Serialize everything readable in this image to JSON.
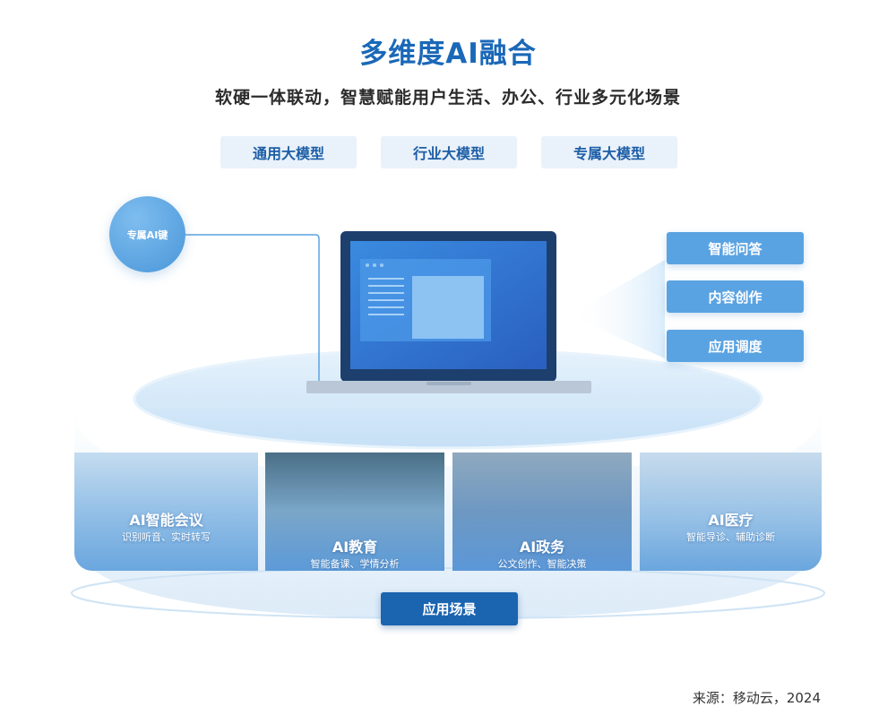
{
  "title": "多维度AI融合",
  "subtitle": "软硬一体联动，智慧赋能用户生活、办公、行业多元化场景",
  "models": [
    "通用大模型",
    "行业大模型",
    "专属大模型"
  ],
  "ai_key_label": "专属AI键",
  "functions": [
    "智能问答",
    "内容创作",
    "应用调度"
  ],
  "scenes": [
    {
      "title": "AI智能会议",
      "subtitle": "识别听音、实时转写"
    },
    {
      "title": "AI教育",
      "subtitle": "智能备课、学情分析"
    },
    {
      "title": "AI政务",
      "subtitle": "公文创作、智能决策"
    },
    {
      "title": "AI医疗",
      "subtitle": "智能导诊、辅助诊断"
    }
  ],
  "apply_label": "应用场景",
  "source": "来源：移动云，2024",
  "colors": {
    "title": "#1a68b8",
    "accent": "#5aa3e2",
    "dark_accent": "#1b64b0"
  }
}
